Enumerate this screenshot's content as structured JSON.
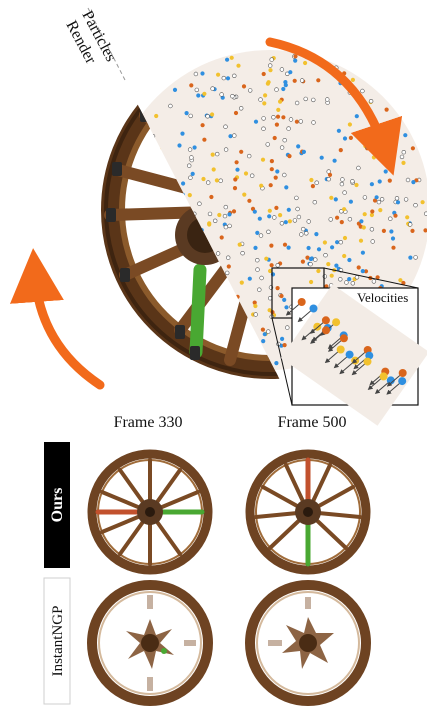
{
  "hero": {
    "label_particles": "Particles",
    "label_render": "Render",
    "velocities_label": "Velocities"
  },
  "colors": {
    "arrow": "#f26a1b",
    "particle_blue": "#2f8fe0",
    "particle_orange": "#d9651c",
    "particle_yellow": "#f2c12e",
    "wood": "#7a4a24",
    "wood_dark": "#4a2c14",
    "spoke_green": "#49a832",
    "spoke_red": "#c2512d"
  },
  "comparison": {
    "columns": [
      "Frame 330",
      "Frame 500"
    ],
    "rows": [
      {
        "label": "Ours"
      },
      {
        "label": "InstantNGP"
      }
    ]
  }
}
